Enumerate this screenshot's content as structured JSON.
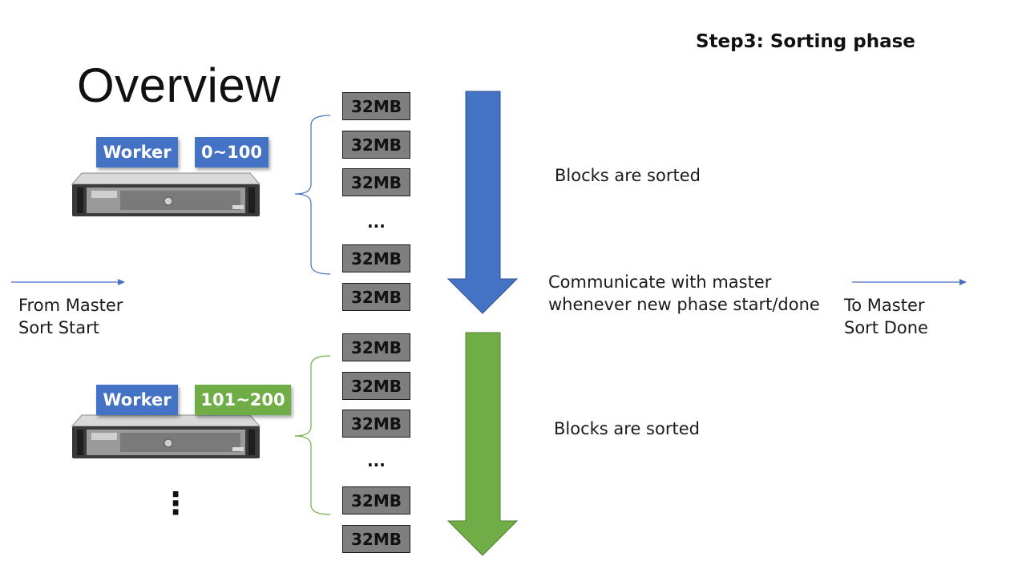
{
  "slide": {
    "title": "Overview",
    "step_heading": "Step3: Sorting phase"
  },
  "workers": [
    {
      "label": "Worker",
      "range": "0~100",
      "range_color": "#4472c4",
      "blocks": [
        "32MB",
        "32MB",
        "32MB",
        "32MB",
        "32MB"
      ],
      "ellipsis": "...",
      "arrow_color": "#4472c4",
      "arrow_caption": "Blocks are sorted"
    },
    {
      "label": "Worker",
      "range": "101~200",
      "range_color": "#70ad47",
      "blocks": [
        "32MB",
        "32MB",
        "32MB",
        "32MB",
        "32MB"
      ],
      "ellipsis": "...",
      "arrow_color": "#70ad47",
      "arrow_caption": "Blocks are sorted"
    }
  ],
  "more_workers": "⋮",
  "master_in": {
    "line1": "From Master",
    "line2": "Sort Start"
  },
  "master_out": {
    "line1": "To Master",
    "line2": "Sort Done"
  },
  "communicate": {
    "line1": "Communicate with master",
    "line2": "whenever new phase start/done"
  },
  "colors": {
    "worker_label": "#4472c4",
    "block": "#7f7f7f",
    "flow_line": "#4472c4"
  }
}
